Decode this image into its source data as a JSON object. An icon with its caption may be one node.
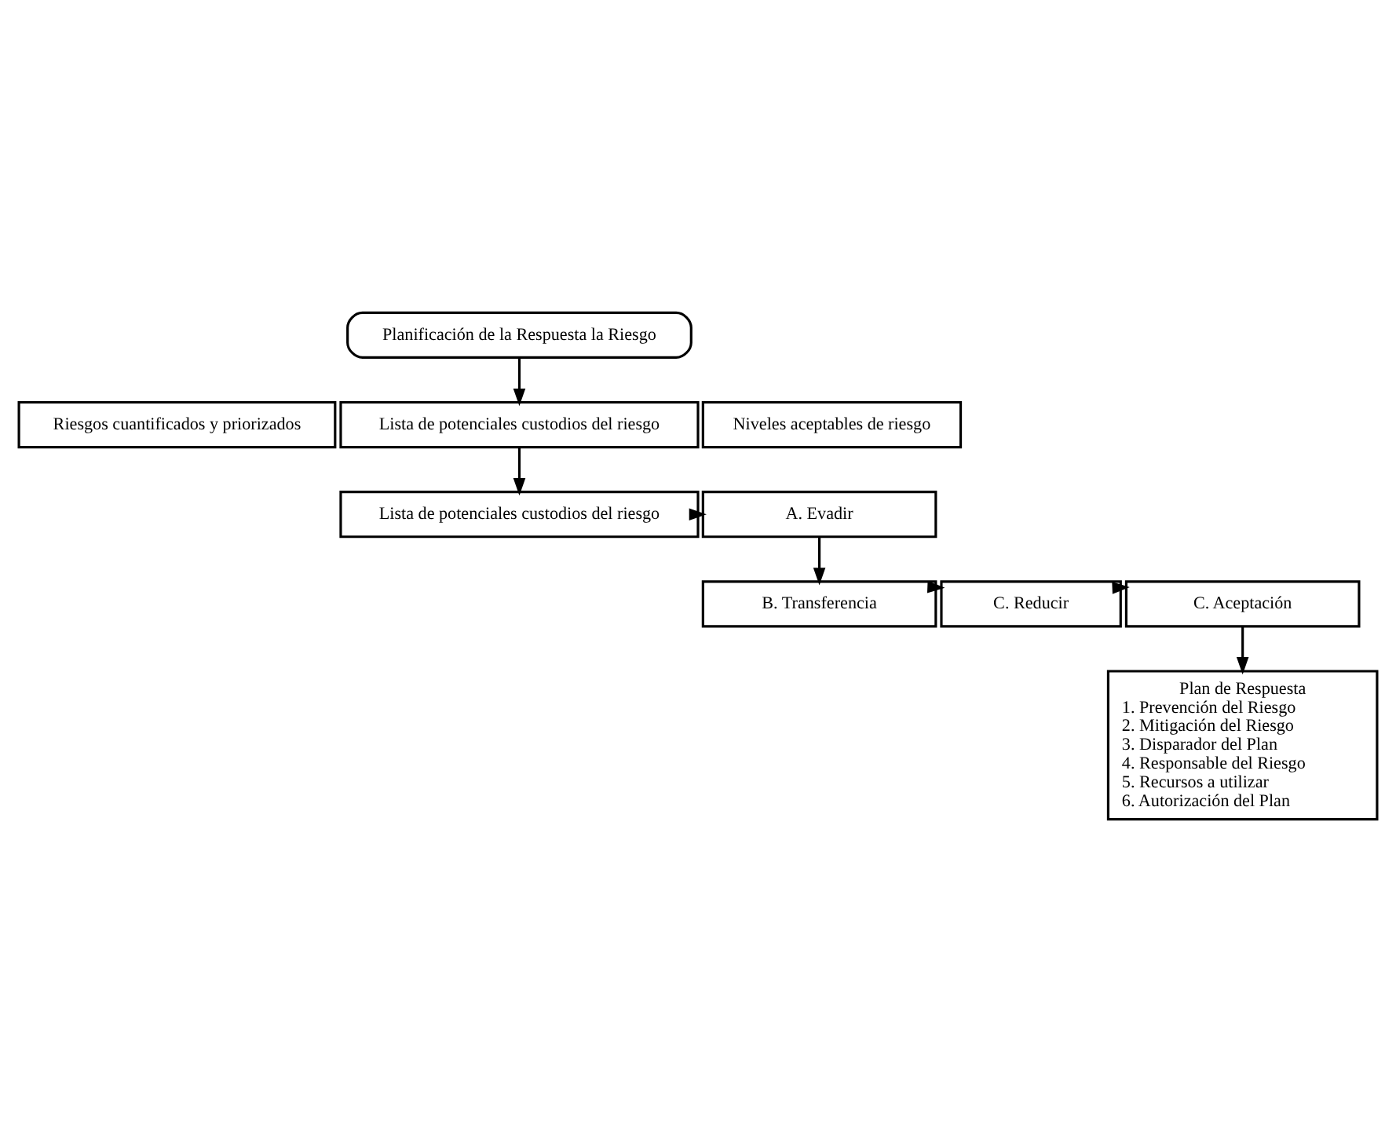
{
  "diagram": {
    "nodes": [
      {
        "text": [
          "Planificación de la Respuesta la Riesgo"
        ]
      },
      {
        "text": [
          "Riesgos cuantificados y priorizados"
        ]
      },
      {
        "text": [
          "Lista de potenciales custodios del riesgo"
        ]
      },
      {
        "text": [
          "Niveles aceptables de riesgo"
        ]
      },
      {
        "text": [
          "Lista de potenciales custodios del riesgo"
        ]
      },
      {
        "text": [
          "A. Evadir"
        ]
      },
      {
        "text": [
          "B. Transferencia"
        ]
      },
      {
        "text": [
          "C. Reducir"
        ]
      },
      {
        "text": [
          "C. Aceptación"
        ]
      },
      {
        "text": [
          "Plan de Respuesta",
          "1. Prevención del Riesgo",
          "2. Mitigación del Riesgo",
          "3. Disparador del Plan",
          "4. Responsable del Riesgo",
          "5. Recursos a utilizar",
          "6. Autorización del Plan"
        ]
      }
    ],
    "edges": [
      {
        "from": 0,
        "to": 2,
        "arrow": "to"
      },
      {
        "from": 2,
        "to": 4,
        "arrow": "to"
      },
      {
        "from": 4,
        "to": 5,
        "arrow": "to"
      },
      {
        "from": 5,
        "to": 6,
        "arrow": "to"
      },
      {
        "from": 6,
        "to": 7,
        "arrow": "to"
      },
      {
        "from": 7,
        "to": 8,
        "arrow": "to"
      },
      {
        "from": 8,
        "to": 9,
        "arrow": "to"
      }
    ]
  }
}
